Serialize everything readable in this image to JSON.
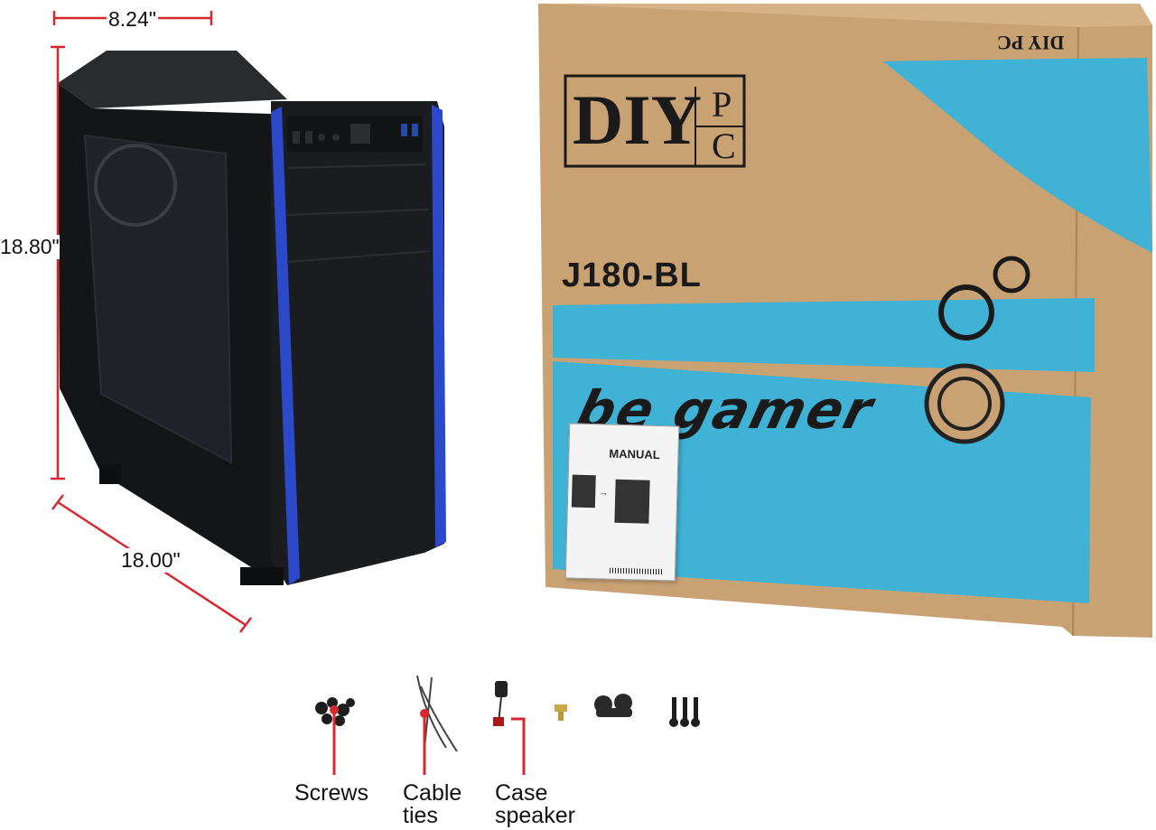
{
  "dimensions": {
    "width": "8.24\"",
    "height": "18.80\"",
    "depth": "18.00\""
  },
  "box": {
    "brand_main": "DIY",
    "brand_p": "P",
    "brand_c": "C",
    "model": "J180-BL",
    "slogan": "be gamer",
    "corner_mark": "DIY PC"
  },
  "manual": {
    "title": "MANUAL"
  },
  "accessories": [
    {
      "line1": "Screws",
      "line2": ""
    },
    {
      "line1": "Cable",
      "line2": "ties"
    },
    {
      "line1": "Case",
      "line2": "speaker"
    }
  ],
  "colors": {
    "dimension_line": "#d8282f",
    "box_cardboard": "#c9a274",
    "box_blue": "#3fb2d6",
    "case_black": "#17181a",
    "case_accent_blue": "#2b49c8"
  }
}
